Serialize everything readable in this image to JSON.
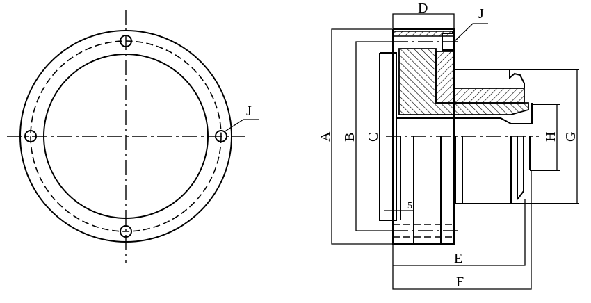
{
  "drawing": {
    "front_view": {
      "label_j": "J"
    },
    "side_view": {
      "labels": {
        "a": "A",
        "b": "B",
        "c": "C",
        "d": "D",
        "e": "E",
        "f": "F",
        "g": "G",
        "h": "H",
        "j": "J",
        "five": "5"
      }
    }
  }
}
